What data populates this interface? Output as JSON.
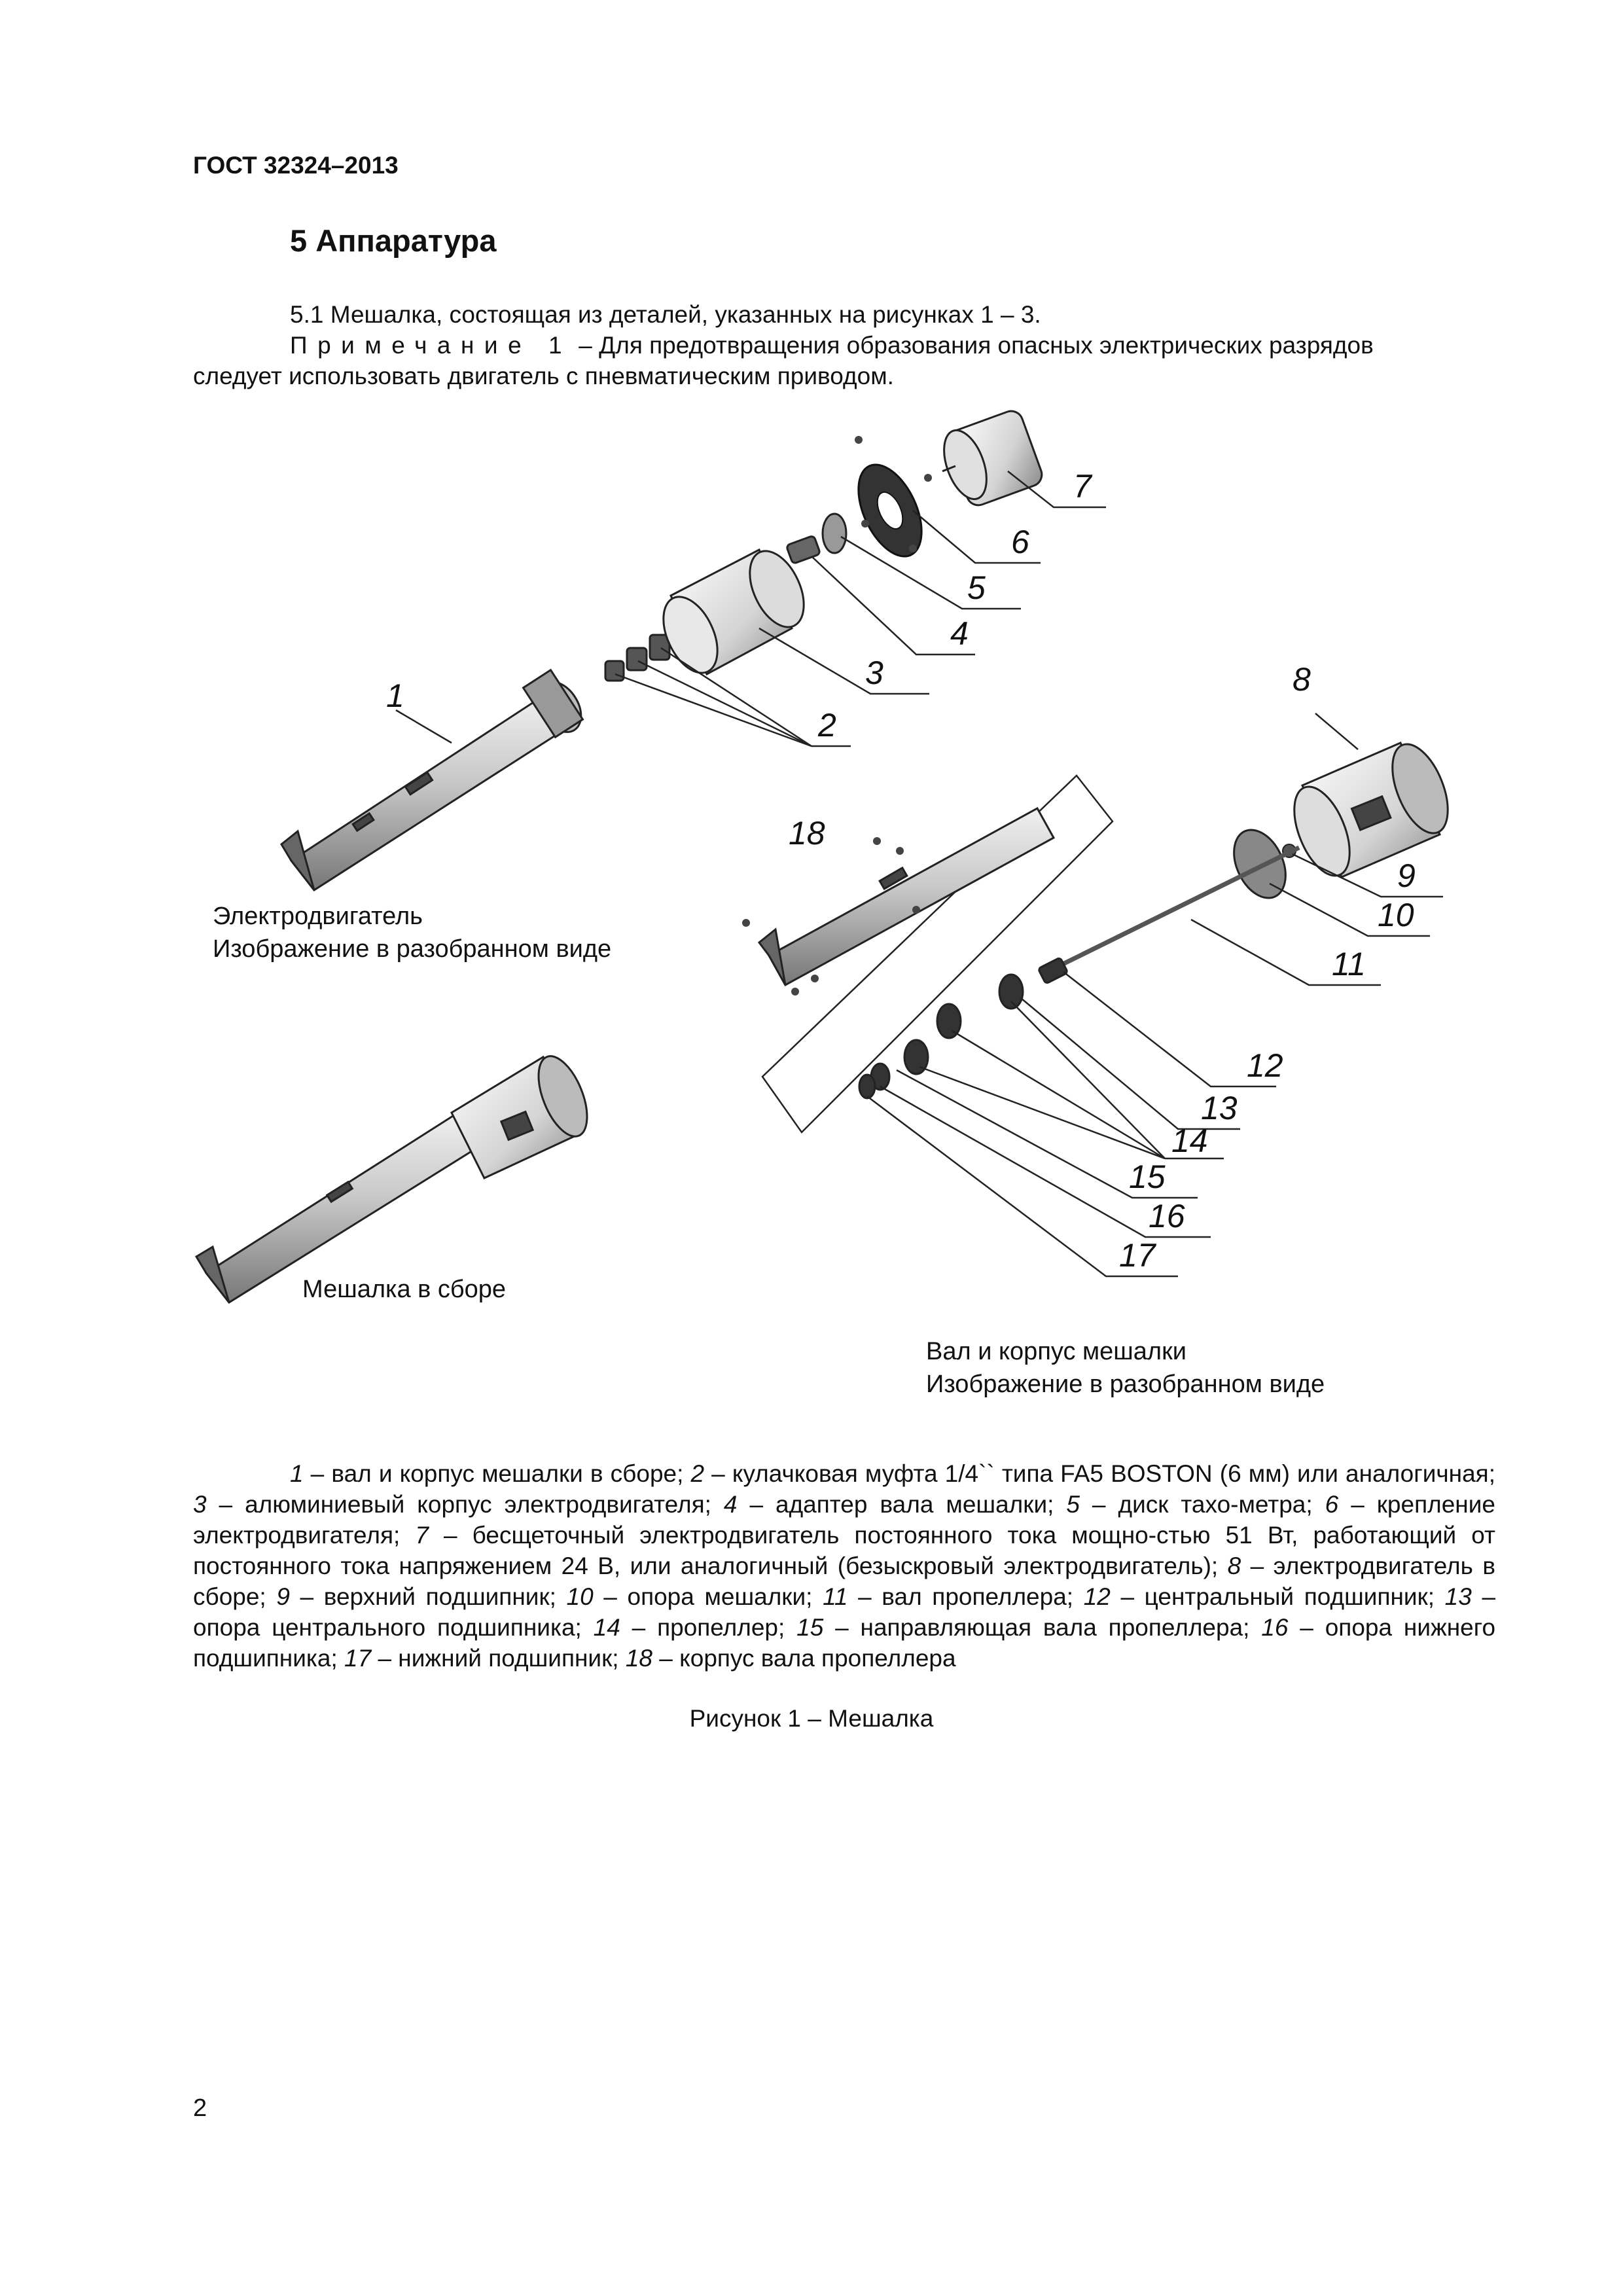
{
  "header": "ГОСТ 32324–2013",
  "section_title": "5 Аппаратура",
  "para1": "5.1 Мешалка, состоящая из деталей, указанных на рисунках 1 – 3.",
  "note_label": "Примечание 1",
  "note_text_line1": " – Для предотвращения  образования опасных электрических разрядов",
  "note_text_line2": "следует использовать двигатель с пневматическим приводом.",
  "figure": {
    "labels": [
      "1",
      "2",
      "3",
      "4",
      "5",
      "6",
      "7",
      "8",
      "9",
      "10",
      "11",
      "12",
      "13",
      "14",
      "15",
      "16",
      "17",
      "18"
    ],
    "caption_motor_line1": "Электродвигатель",
    "caption_motor_line2": "Изображение в разобранном виде",
    "caption_assembled": "Мешалка в сборе",
    "caption_shaft_line1": "Вал и корпус мешалки",
    "caption_shaft_line2": "Изображение в разобранном виде"
  },
  "legend": [
    {
      "n": "1",
      "t": " – вал и корпус мешалки в сборе; "
    },
    {
      "n": "2",
      "t": " – кулачковая муфта 1/4`` типа FA5 BOSTON (6 мм) или аналогичная; "
    },
    {
      "n": "3",
      "t": " – алюминиевый корпус электродвигателя; "
    },
    {
      "n": "4",
      "t": " – адаптер вала мешалки; "
    },
    {
      "n": "5",
      "t": " – диск тахо-метра; "
    },
    {
      "n": "6",
      "t": " – крепление электродвигателя; "
    },
    {
      "n": "7",
      "t": " – бесщеточный электродвигатель постоянного тока мощно-стью 51 Вт, работающий от постоянного тока напряжением 24 В, или аналогичный (безыскровый электродвигатель); "
    },
    {
      "n": "8",
      "t": " – электродвигатель в сборе; "
    },
    {
      "n": "9",
      "t": " – верхний подшипник; "
    },
    {
      "n": "10",
      "t": " – опора мешалки; "
    },
    {
      "n": "11",
      "t": " – вал пропеллера; "
    },
    {
      "n": "12",
      "t": " – центральный подшипник; "
    },
    {
      "n": "13",
      "t": " – опора центрального подшипника; "
    },
    {
      "n": "14",
      "t": " – пропеллер; "
    },
    {
      "n": "15",
      "t": " – направляющая вала пропеллера; "
    },
    {
      "n": "16",
      "t": " – опора нижнего подшипника; "
    },
    {
      "n": "17",
      "t": " – нижний подшипник; "
    },
    {
      "n": "18",
      "t": " – корпус вала пропеллера"
    }
  ],
  "figure_caption": "Рисунок 1 – Мешалка",
  "page_number": "2"
}
